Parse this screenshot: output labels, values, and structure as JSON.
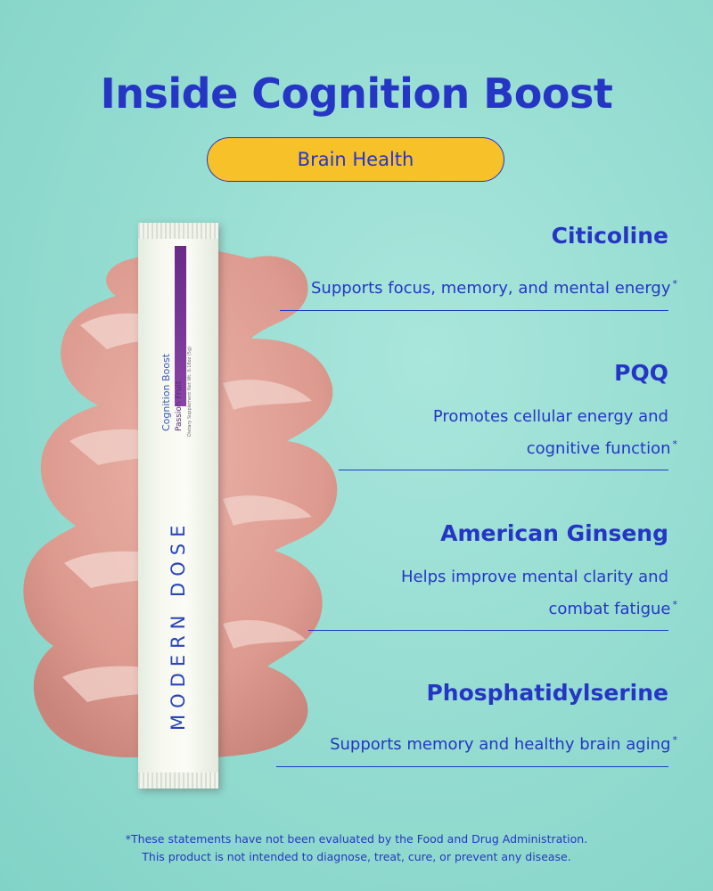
{
  "header": {
    "title": "Inside Cognition Boost",
    "badge": "Brain Health"
  },
  "product": {
    "brand": "MODERN DOSE",
    "name": "Cognition Boost",
    "flavor": "Passion Fruit",
    "dietary": "Dietary Supplement",
    "net_weight": "Net Wt. 0.18oz (5g)"
  },
  "ingredients": [
    {
      "name": "Citicoline",
      "lines": [
        "Supports focus, memory, and mental energy"
      ],
      "mark": "*"
    },
    {
      "name": "PQQ",
      "lines": [
        "Promotes cellular energy and",
        "cognitive function"
      ],
      "mark": "*"
    },
    {
      "name": "American Ginseng",
      "lines": [
        "Helps improve mental clarity and",
        "combat fatigue"
      ],
      "mark": "*"
    },
    {
      "name": "Phosphatidylserine",
      "lines": [
        "Supports memory and healthy brain aging"
      ],
      "mark": "*"
    }
  ],
  "disclaimer": {
    "line1": "*These statements have not been evaluated by the Food and Drug Administration.",
    "line2": "This product is not intended to diagnose, treat, cure, or prevent any disease."
  },
  "colors": {
    "accent": "#2536c4",
    "badge_bg": "#f7c12a",
    "background": "#97ddd2",
    "powder": "#e2a196",
    "flavor_band": "#7a3596"
  }
}
